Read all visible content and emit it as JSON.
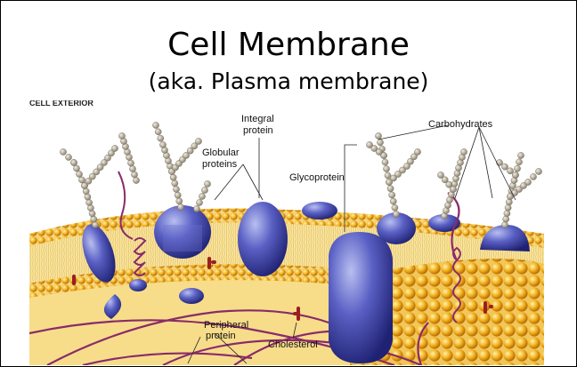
{
  "slide": {
    "title": "Cell Membrane",
    "subtitle": "(aka. Plasma membrane)"
  },
  "figure": {
    "labels": {
      "cell_exterior": "CELL EXTERIOR",
      "integral_protein_1": "Integral",
      "integral_protein_2": "protein",
      "globular_proteins_1": "Globular",
      "globular_proteins_2": "proteins",
      "glycoprotein": "Glycoprotein",
      "carbohydrates": "Carbohydrates",
      "peripheral_protein_1": "Peripheral",
      "peripheral_protein_2": "protein",
      "cholesterol": "Cholesterol"
    },
    "colors": {
      "lipid_head": "#f3b21f",
      "lipid_tail": "#f7dc86",
      "protein": "#4a4fb0",
      "carbohydrate": "#c9c2ad",
      "filament": "#8a2b6a",
      "cholesterol": "#9a1f1f"
    }
  }
}
